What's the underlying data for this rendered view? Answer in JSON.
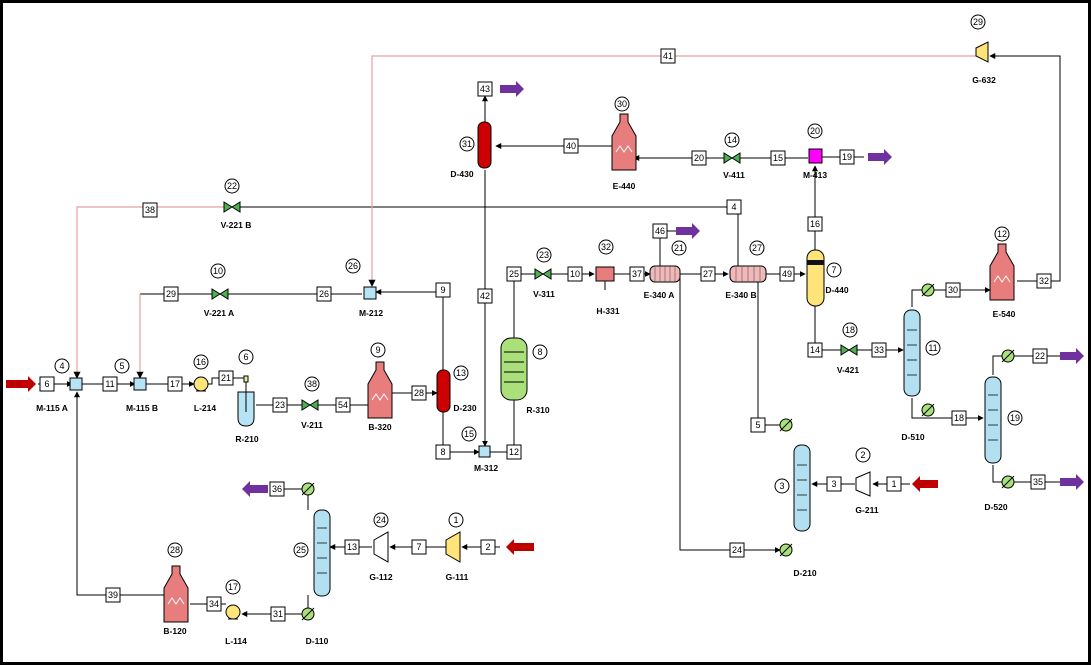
{
  "equipment": [
    {
      "key": "m115a",
      "tag": "M-115 A",
      "num": "4"
    },
    {
      "key": "m115b",
      "tag": "M-115 B",
      "num": "5"
    },
    {
      "key": "l214",
      "tag": "L-214",
      "num": "16"
    },
    {
      "key": "r210",
      "tag": "R-210",
      "num": "6"
    },
    {
      "key": "v211",
      "tag": "V-211",
      "num": "38"
    },
    {
      "key": "b320",
      "tag": "B-320",
      "num": "9"
    },
    {
      "key": "d230",
      "tag": "D-230",
      "num": "13"
    },
    {
      "key": "m312",
      "tag": "M-312",
      "num": "15"
    },
    {
      "key": "r310",
      "tag": "R-310",
      "num": "8"
    },
    {
      "key": "v311",
      "tag": "V-311",
      "num": "23"
    },
    {
      "key": "h331",
      "tag": "H-331",
      "num": "32"
    },
    {
      "key": "e340a",
      "tag": "E-340 A",
      "num": "21"
    },
    {
      "key": "e340b",
      "tag": "E-340 B",
      "num": "27"
    },
    {
      "key": "d440",
      "tag": "D-440",
      "num": "7"
    },
    {
      "key": "m413",
      "tag": "M-413",
      "num": "20"
    },
    {
      "key": "v411",
      "tag": "V-411",
      "num": "14"
    },
    {
      "key": "e440",
      "tag": "E-440",
      "num": "30"
    },
    {
      "key": "d430",
      "tag": "D-430",
      "num": "31"
    },
    {
      "key": "v421",
      "tag": "V-421",
      "num": "18"
    },
    {
      "key": "d510",
      "tag": "D-510",
      "num": "11"
    },
    {
      "key": "e540",
      "tag": "E-540",
      "num": "12"
    },
    {
      "key": "g632",
      "tag": "G-632",
      "num": "29"
    },
    {
      "key": "d520",
      "tag": "D-520",
      "num": "19"
    },
    {
      "key": "d210",
      "tag": "D-210",
      "num": "3"
    },
    {
      "key": "g211",
      "tag": "G-211",
      "num": "2"
    },
    {
      "key": "g111",
      "tag": "G-111",
      "num": "1"
    },
    {
      "key": "g112",
      "tag": "G-112",
      "num": "24"
    },
    {
      "key": "d110",
      "tag": "D-110",
      "num": "25"
    },
    {
      "key": "l114",
      "tag": "L-114",
      "num": "17"
    },
    {
      "key": "b120",
      "tag": "B-120",
      "num": "28"
    },
    {
      "key": "v221a",
      "tag": "V-221 A",
      "num": "10"
    },
    {
      "key": "v221b",
      "tag": "V-221 B",
      "num": "22"
    },
    {
      "key": "m212",
      "tag": "M-212",
      "num": "26"
    }
  ],
  "streams": [
    "6",
    "11",
    "17",
    "21",
    "23",
    "54",
    "28",
    "8",
    "12",
    "42",
    "25",
    "10",
    "37",
    "27",
    "49",
    "46",
    "4",
    "16",
    "19",
    "15",
    "20",
    "40",
    "43",
    "41",
    "38",
    "29",
    "26",
    "9",
    "14",
    "33",
    "30",
    "32",
    "18",
    "22",
    "35",
    "5",
    "3",
    "1",
    "24",
    "2",
    "7",
    "13",
    "36",
    "31",
    "34",
    "39"
  ],
  "arrow_colors": {
    "feed": "#c00000",
    "product": "#7030a0"
  },
  "colors": {
    "mixer": "#b7e4f4",
    "column": "#b3e0f0",
    "vessel": "#cc0000",
    "heater": "#e87d7d",
    "reactor": "#a9e07a",
    "yellow": "#ffe47a",
    "magenta": "#ff00ff",
    "valve": "#4caf50",
    "recycle_line": "#e8a0a0"
  }
}
